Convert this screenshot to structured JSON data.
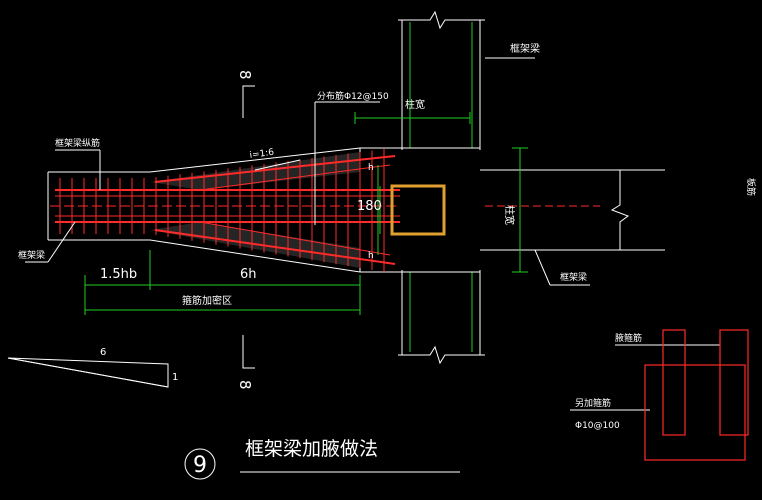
{
  "labels": {
    "kjl_left": "框架梁",
    "kjl_zongjin": "框架梁纵筋",
    "kjl_right_top": "框架梁",
    "kjl_right_bottom": "框架梁",
    "fenbujin": "分布筋Φ12@150",
    "zhukuan_top": "柱宽",
    "zhukuan_side": "柱宽",
    "slope": "i=1:6",
    "dim_180": "180",
    "dim_1_5hb": "1.5hb",
    "dim_6h": "6h",
    "gujin_jiamiqu": "箍筋加密区",
    "slope_6": "6",
    "slope_1": "1",
    "section_mark_top": "8",
    "section_mark_bottom": "8",
    "detail_no": "9",
    "title": "框架梁加腋做法",
    "jiayejin": "腋箍筋",
    "fujia_gujin": "另加箍筋",
    "fujia_spec": "Φ10@100",
    "h_mark_top": "h",
    "h_mark_bottom": "h",
    "edge_text": "板筋"
  },
  "colors": {
    "background": "#000000",
    "outline": "#ffffff",
    "dimension": "#22cc22",
    "rebar": "#ff2a2a",
    "column": "#e0a030"
  }
}
